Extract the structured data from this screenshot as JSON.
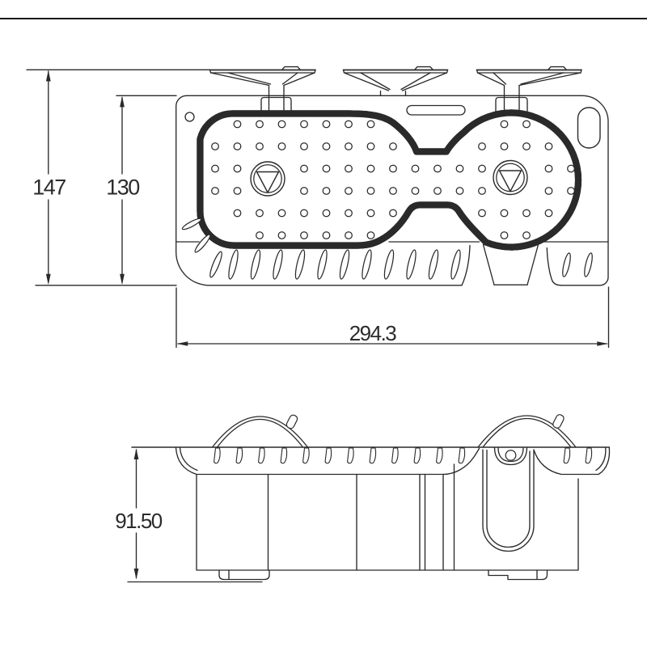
{
  "colors": {
    "line": "#2a2a2a",
    "background": "#ffffff",
    "top_rule": "#1a1a1a",
    "dim_text": "#2b2b2b"
  },
  "dimensions": {
    "front_overall_height": "147",
    "front_body_height": "130",
    "front_overall_width": "294.3",
    "side_overall_height": "91.50"
  }
}
